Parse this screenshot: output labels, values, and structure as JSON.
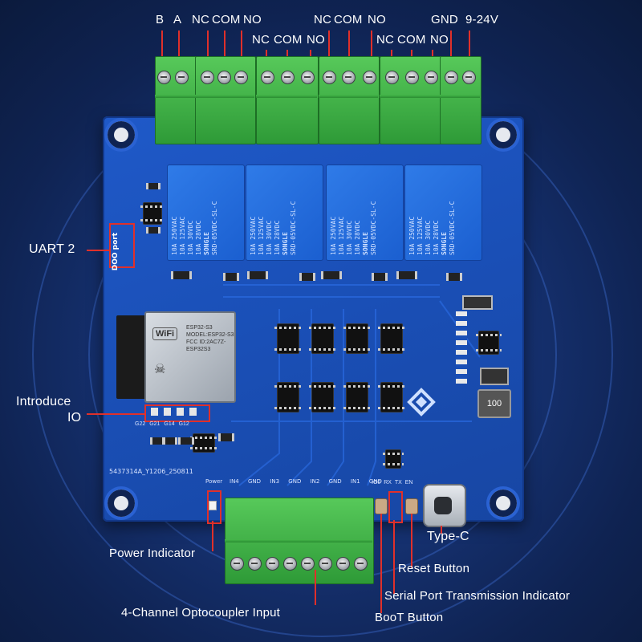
{
  "top_terminals": {
    "row1": [
      "B",
      "A",
      "NC",
      "COM",
      "NO",
      "NC",
      "COM",
      "NO",
      "GND",
      "9-24V"
    ],
    "row2": [
      "NC",
      "COM",
      "NO",
      "NC",
      "COM",
      "NO"
    ]
  },
  "relay": {
    "brand": "SONGLE",
    "ratings": [
      "10A 250VAC",
      "10A 125VAC",
      "10A 30VDC",
      "10A 28VDC"
    ],
    "model": "SRD-05VDC-SL-C"
  },
  "module": {
    "name": "ESP32-S3",
    "wifi": "WiFi",
    "lines": [
      "ESP32-S3",
      "MODEL:ESP32-S3",
      "FCC ID:2AC7Z-ESP32S3"
    ]
  },
  "board_silk": {
    "serial": "5437314A_Y1206_250811",
    "power": "Power",
    "inputs": [
      "IN4",
      "GND",
      "IN3",
      "GND",
      "IN2",
      "GND",
      "IN1",
      "GND"
    ],
    "io_pins": [
      "G22",
      "G21",
      "G14",
      "G12"
    ],
    "serial_leds": [
      "IO0",
      "RX",
      "TX",
      "EN"
    ],
    "inductor": "100",
    "uart_port": "DOO port"
  },
  "callouts": {
    "uart": "UART 2",
    "io_line1": "Introduce",
    "io_line2": "IO",
    "power": "Power Indicator",
    "opto": "4-Channel Optocoupler Input",
    "typec": "Type-C",
    "reset": "Reset Button",
    "serial": "Serial Port Transmission Indicator",
    "boot": "BooT Button"
  },
  "colors": {
    "board": "#1a4fb6",
    "terminal": "#3aad42",
    "relay": "#2a70e0",
    "callout": "#e0302a"
  }
}
